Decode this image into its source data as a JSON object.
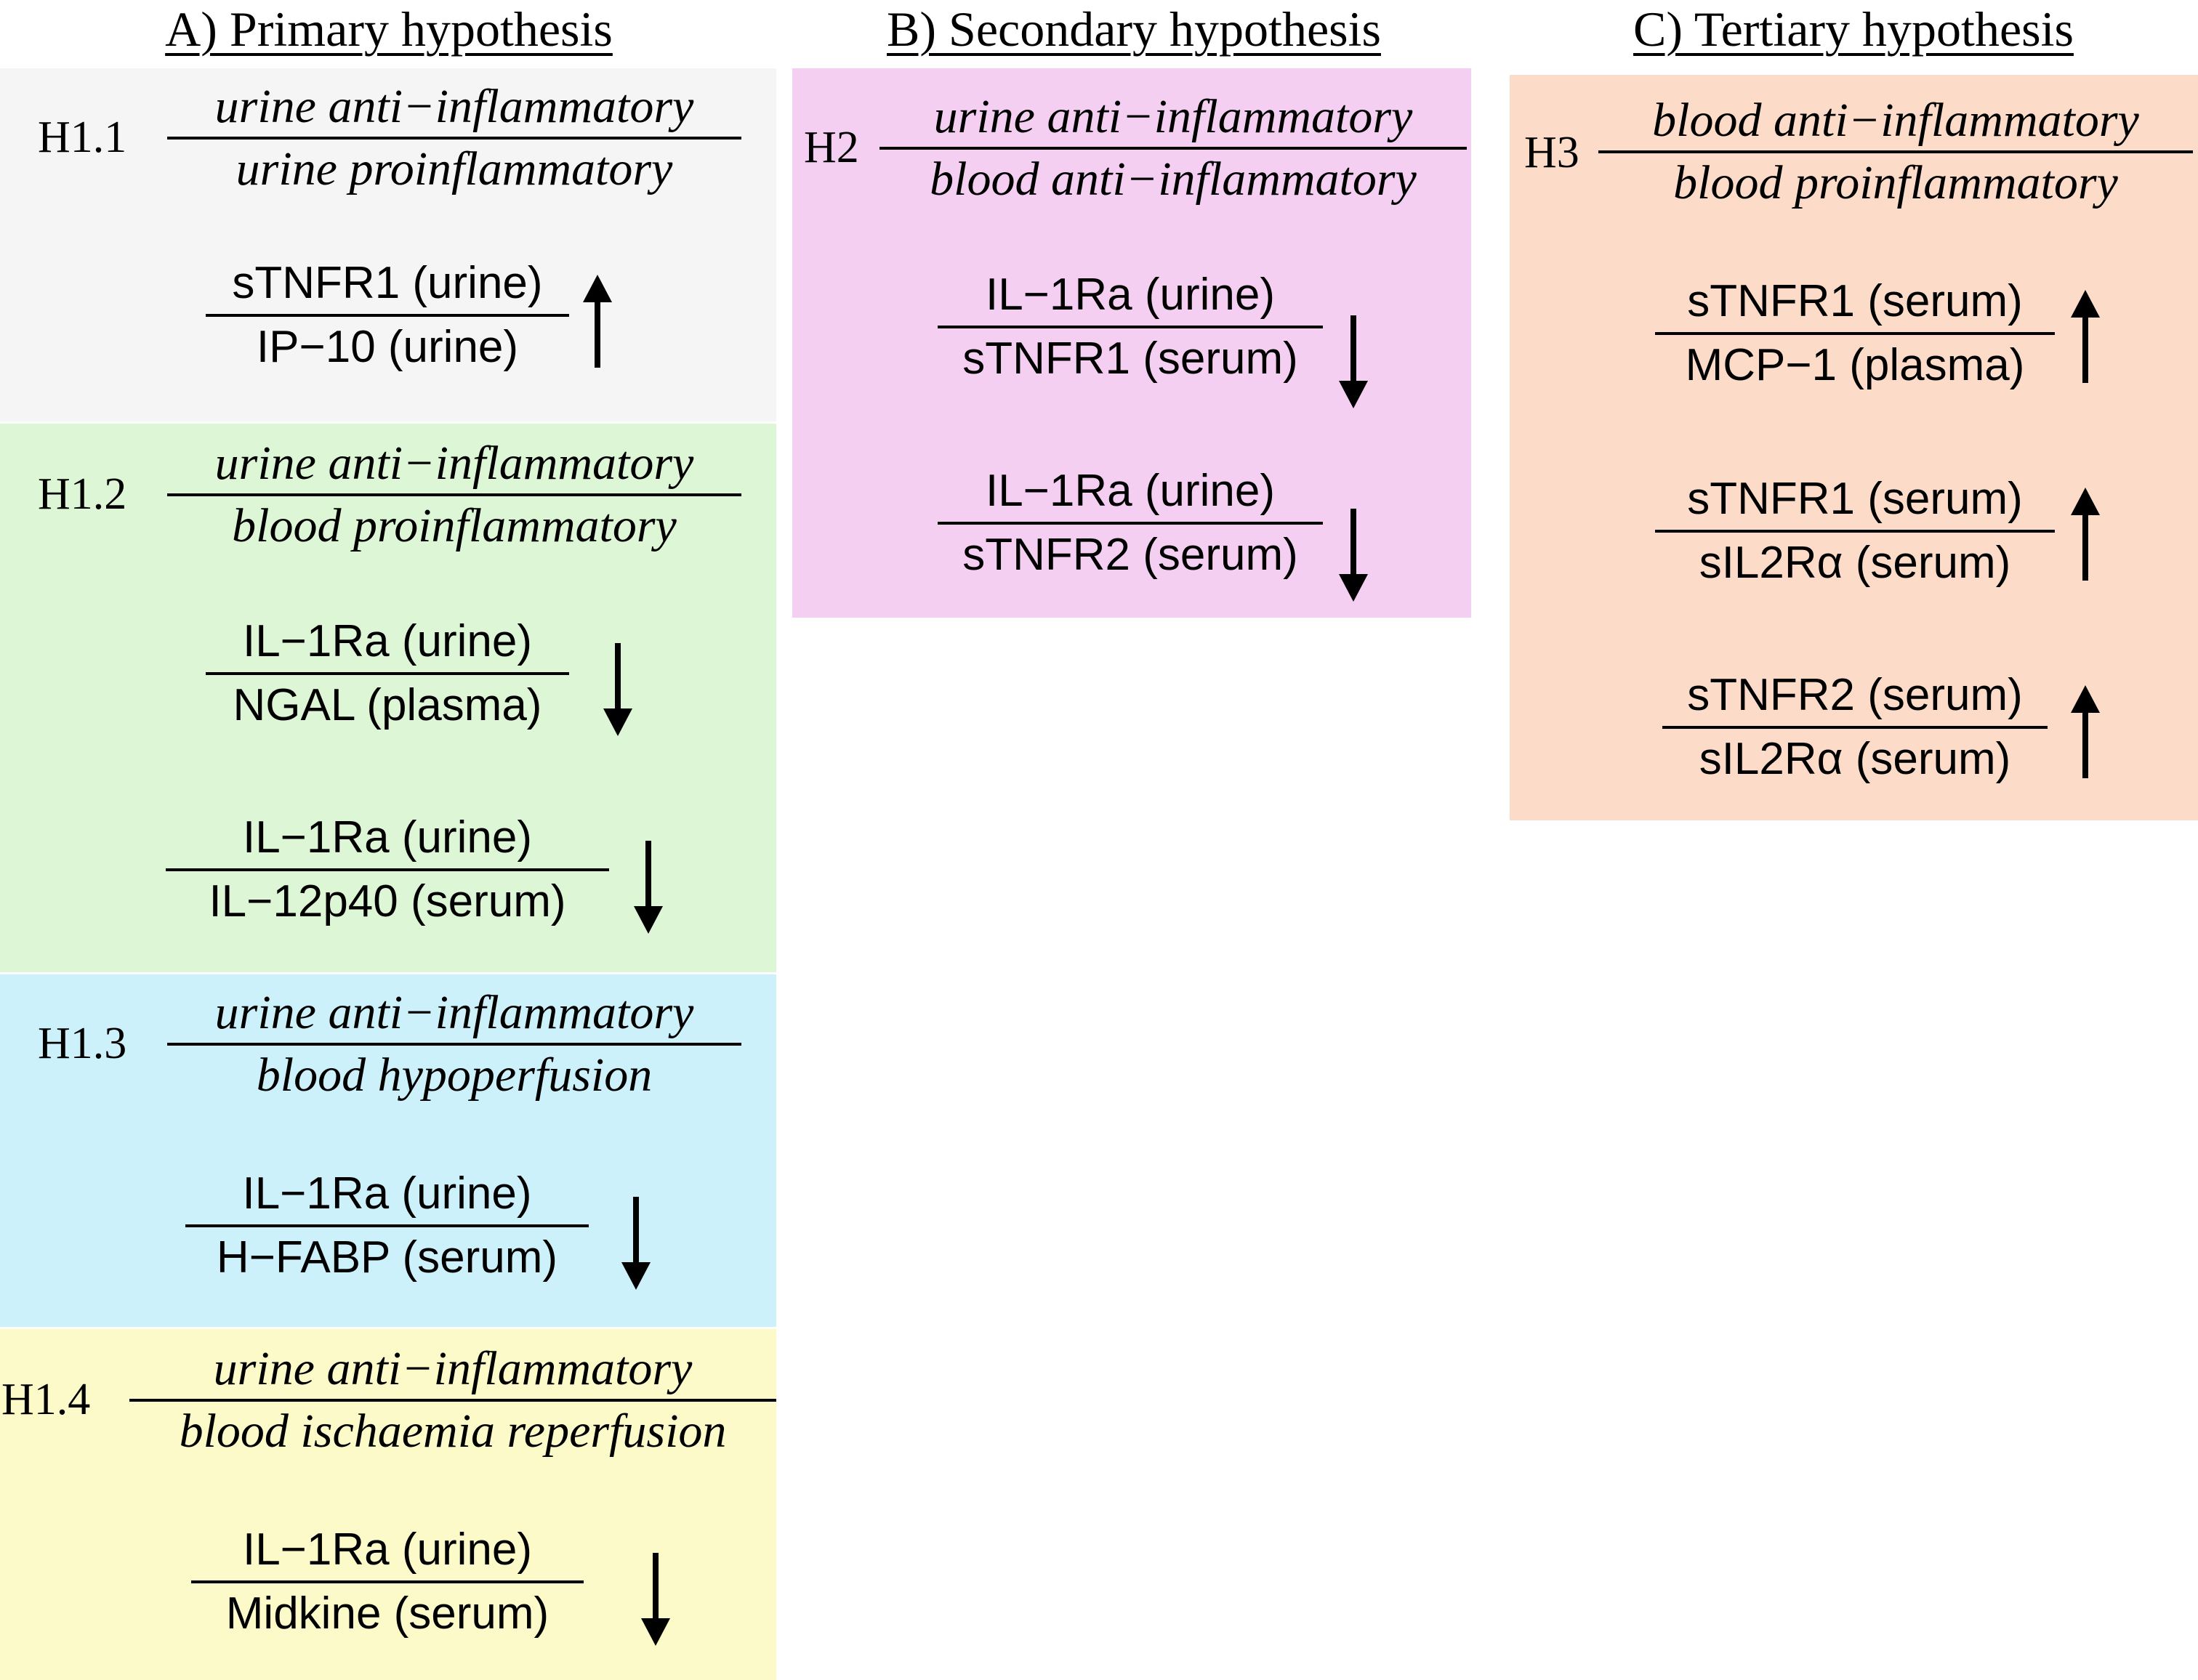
{
  "columns": [
    {
      "title": "A) Primary hypothesis"
    },
    {
      "title": "B) Secondary hypothesis"
    },
    {
      "title": "C) Tertiary hypothesis"
    }
  ],
  "colors": {
    "h1_1": "#f5f5f5",
    "h1_2": "#ddf6d5",
    "h1_3": "#cdf1fb",
    "h1_4": "#fbfac8",
    "h2": "#f4cff2",
    "h3": "#fcdcc8"
  },
  "panels": {
    "h1_1": {
      "label": "H1.1",
      "num": "urine anti−inflammatory",
      "den": "urine proinflammatory",
      "ratios": [
        {
          "num": "sTNFR1 (urine)",
          "den": "IP−10 (urine)",
          "direction": "up"
        }
      ]
    },
    "h1_2": {
      "label": "H1.2",
      "num": "urine anti−inflammatory",
      "den": "blood proinflammatory",
      "ratios": [
        {
          "num": "IL−1Ra (urine)",
          "den": "NGAL (plasma)",
          "direction": "down"
        },
        {
          "num": "IL−1Ra (urine)",
          "den": "IL−12p40 (serum)",
          "direction": "down"
        }
      ]
    },
    "h1_3": {
      "label": "H1.3",
      "num": "urine anti−inflammatory",
      "den": "blood hypoperfusion",
      "ratios": [
        {
          "num": "IL−1Ra (urine)",
          "den": "H−FABP (serum)",
          "direction": "down"
        }
      ]
    },
    "h1_4": {
      "label": "H1.4",
      "num": "urine anti−inflammatory",
      "den": "blood ischaemia reperfusion",
      "ratios": [
        {
          "num": "IL−1Ra (urine)",
          "den": "Midkine (serum)",
          "direction": "down"
        }
      ]
    },
    "h2": {
      "label": "H2",
      "num": "urine anti−inflammatory",
      "den": "blood anti−inflammatory",
      "ratios": [
        {
          "num": "IL−1Ra (urine)",
          "den": "sTNFR1 (serum)",
          "direction": "down"
        },
        {
          "num": "IL−1Ra (urine)",
          "den": "sTNFR2 (serum)",
          "direction": "down"
        }
      ]
    },
    "h3": {
      "label": "H3",
      "num": "blood anti−inflammatory",
      "den": "blood proinflammatory",
      "ratios": [
        {
          "num": "sTNFR1 (serum)",
          "den": "MCP−1 (plasma)",
          "direction": "up"
        },
        {
          "num": "sTNFR1 (serum)",
          "den": "sIL2Rα (serum)",
          "direction": "up"
        },
        {
          "num": "sTNFR2 (serum)",
          "den": "sIL2Rα (serum)",
          "direction": "up"
        }
      ]
    }
  }
}
